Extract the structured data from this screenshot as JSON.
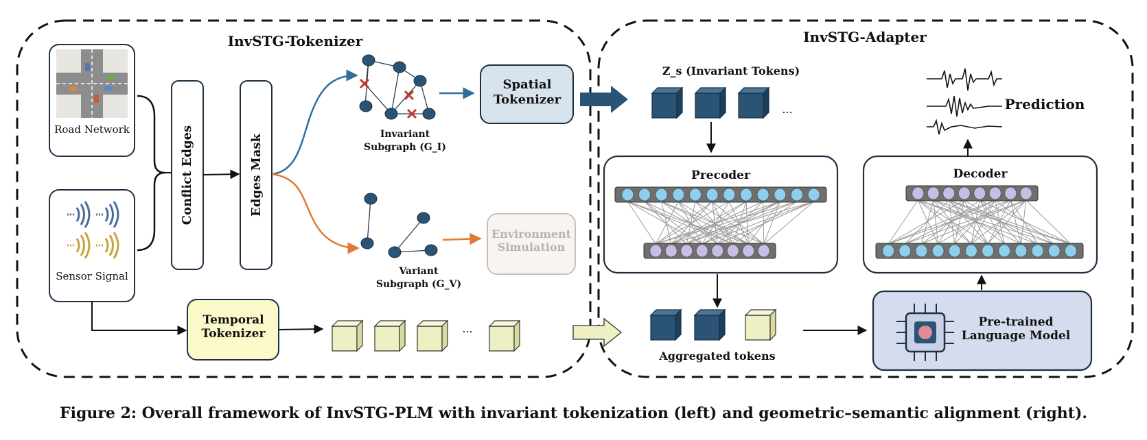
{
  "tokenizer": {
    "title": "InvSTG-Tokenizer",
    "road_network": "Road Network",
    "sensor_signal": "Sensor Signal",
    "conflict_edges": "Conflict Edges",
    "edges_mask": "Edges Mask",
    "invariant_subgraph": "Invariant",
    "invariant_subgraph_sub": "Subgraph (G_I)",
    "variant_subgraph": "Variant",
    "variant_subgraph_sub": "Subgraph (G_V)",
    "spatial_tokenizer": "Spatial Tokenizer",
    "environment_simulation": "Environment Simulation",
    "temporal_tokenizer": "Temporal Tokenizer",
    "ellipsis": "..."
  },
  "adapter": {
    "title": "InvSTG-Adapter",
    "invariant_tokens": "Z_s (Invariant Tokens)",
    "precoder": "Precoder",
    "decoder": "Decoder",
    "aggregated_tokens": "Aggregated tokens",
    "plm": "Pre-trained Language Model",
    "prediction": "Prediction",
    "ellipsis": "..."
  },
  "caption": "Figure 2: Overall framework of InvSTG-PLM with invariant tokenization (left) and geometric–semantic alignment (right).",
  "colors": {
    "dark_blue": "#2b5374",
    "light_blue_box": "#d7e4ee",
    "temporal_box": "#fbf8c9",
    "cube_light": "#eef0c4",
    "plm_box": "#d5dced",
    "node_blue": "#8ccfee",
    "node_purple": "#c9bde8",
    "bar_gray": "#6f6f6f",
    "orange": "#e07a35",
    "red_x": "#c0392b"
  }
}
